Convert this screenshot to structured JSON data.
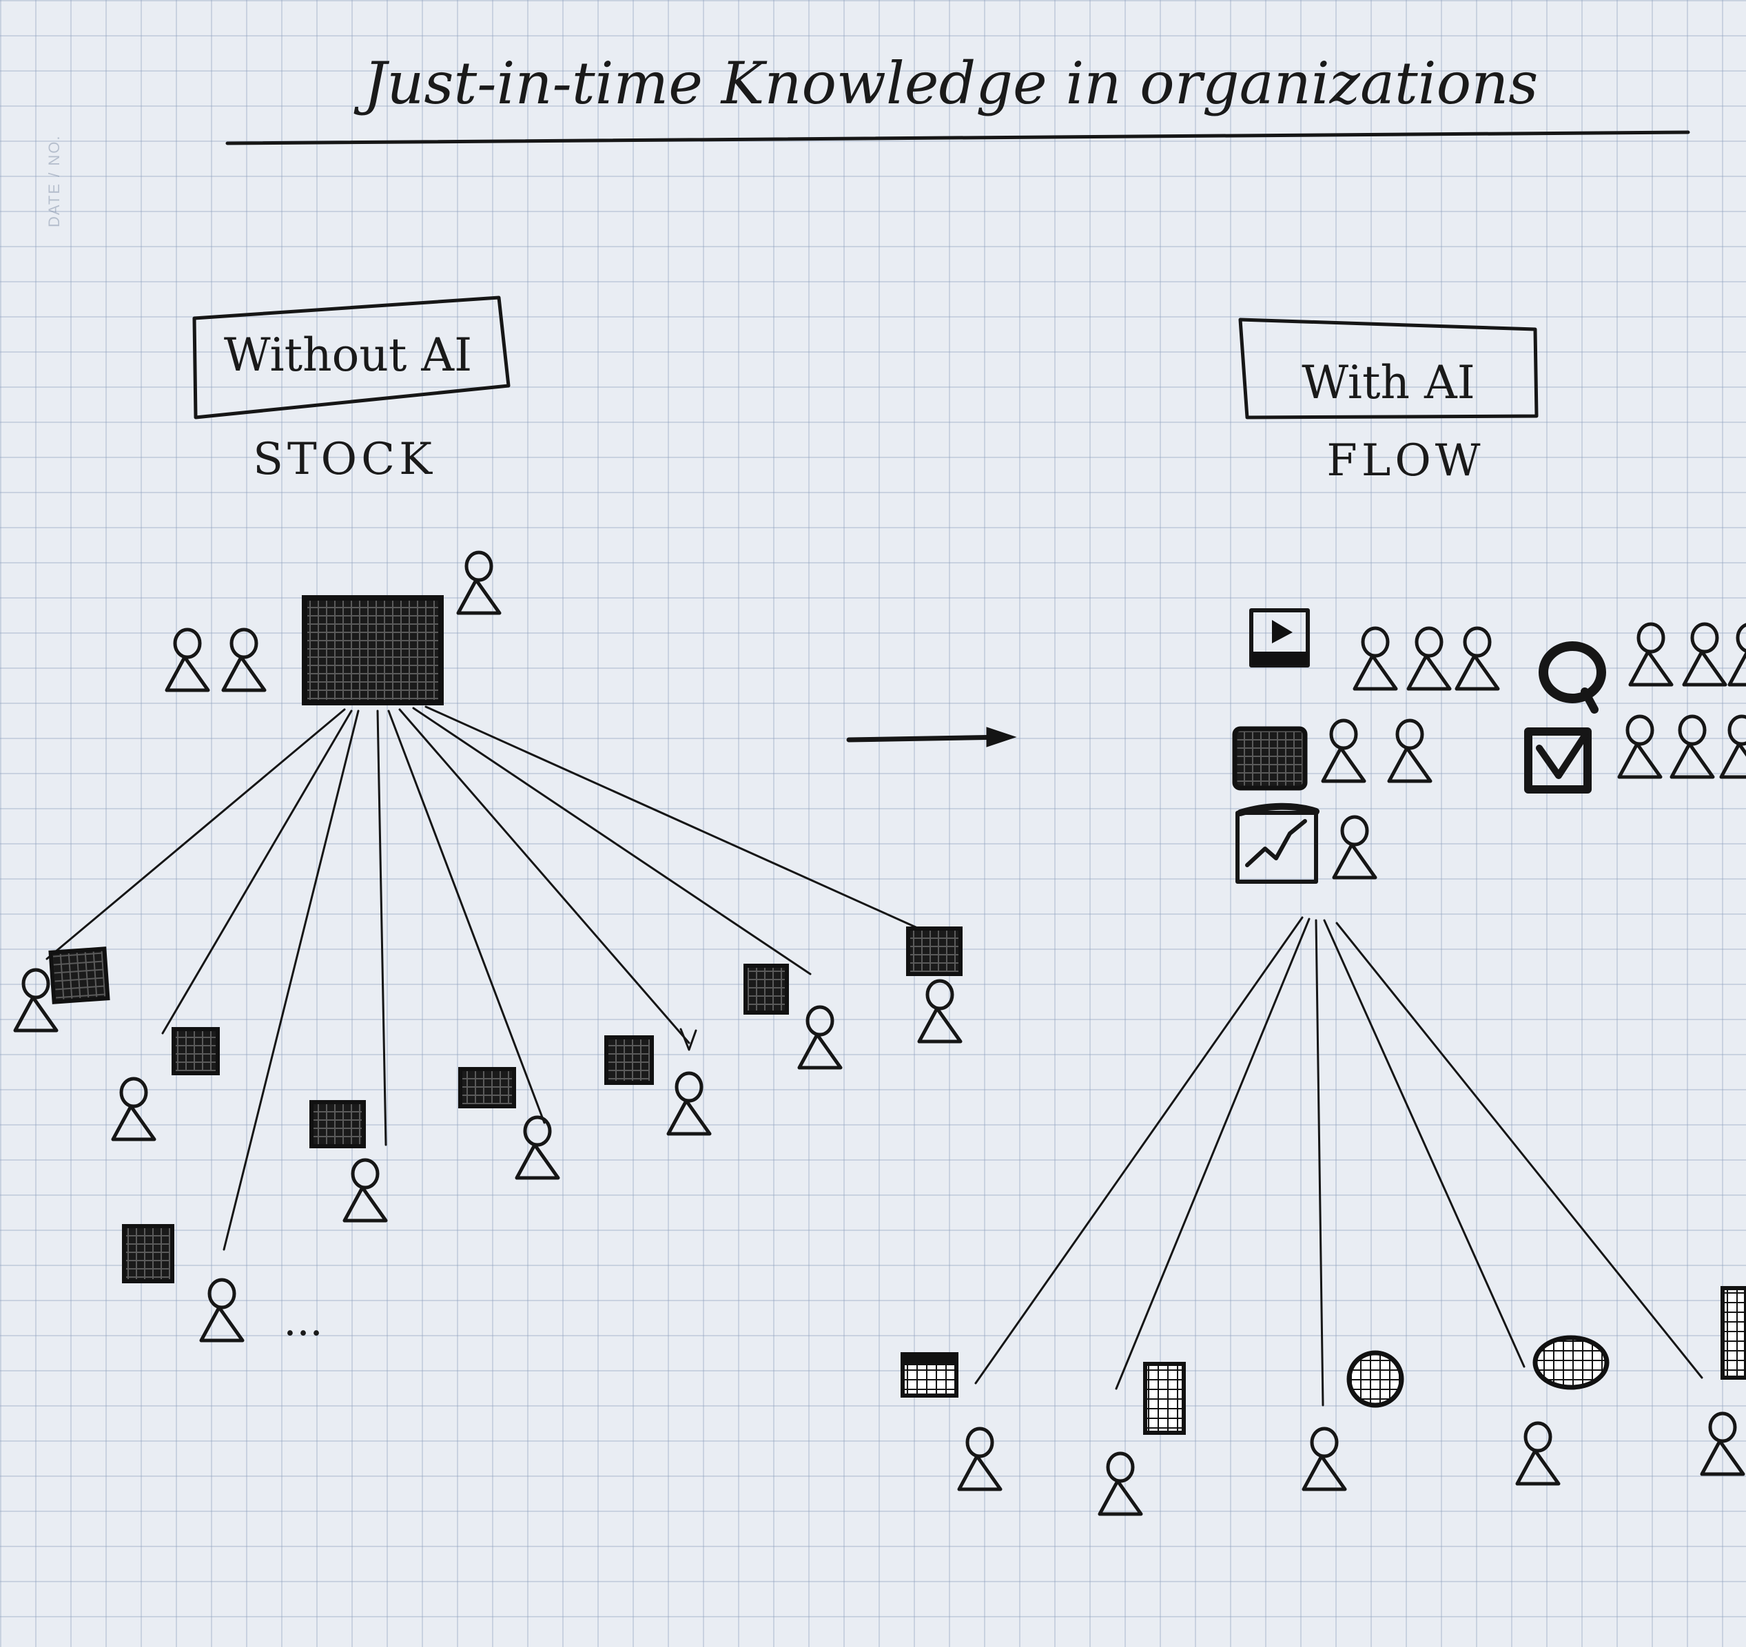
{
  "title": "Just-in-time Knowledge in organizations",
  "margin_label": "DATE / NO.",
  "left": {
    "box_label": "Without AI",
    "mode_label": "STOCK",
    "continuation": "..."
  },
  "right": {
    "box_label": "With AI",
    "mode_label": "FLOW"
  },
  "ink_color": "#161616",
  "paper_color": "#e9edf3",
  "grid_color": "#a6b4c8"
}
